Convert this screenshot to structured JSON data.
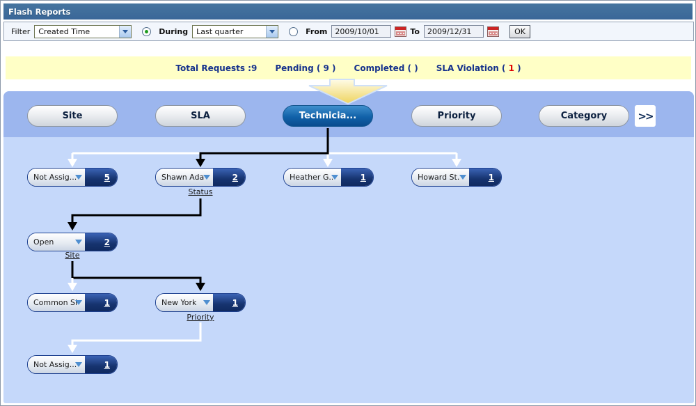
{
  "window": {
    "title": "Flash Reports"
  },
  "filter_bar": {
    "filter_label": "Filter",
    "filter_select_value": "Created Time",
    "during_radio_selected": true,
    "during_label": "During",
    "during_select_value": "Last quarter",
    "range_radio_selected": false,
    "from_label": "From",
    "from_value": "2009/10/01",
    "to_label": "To",
    "to_value": "2009/12/31",
    "ok_label": "OK",
    "calendar_icon": "calendar"
  },
  "summary": {
    "total_label": "Total Requests :9",
    "pending_label": "Pending ( 9 )",
    "completed_label": "Completed ( )",
    "sla_prefix": "SLA Violation (",
    "sla_value": "1",
    "sla_suffix": ")"
  },
  "tabs": [
    {
      "label": "Site",
      "active": false
    },
    {
      "label": "SLA",
      "active": false
    },
    {
      "label": "Technicia...",
      "active": true
    },
    {
      "label": "Priority",
      "active": false
    },
    {
      "label": "Category",
      "active": false
    }
  ],
  "more_tabs_label": ">>",
  "tree": {
    "nodes": [
      {
        "label": "Not Assig...",
        "count": "5"
      },
      {
        "label": "Shawn Ada...",
        "count": "2"
      },
      {
        "label": "Heather G..",
        "count": "1"
      },
      {
        "label": "Howard St.",
        "count": "1"
      },
      {
        "label": "Open",
        "count": "2"
      },
      {
        "label": "Common Si.",
        "count": "1"
      },
      {
        "label": "New York",
        "count": "1"
      },
      {
        "label": "Not Assig...",
        "count": "1"
      }
    ],
    "drilldowns": [
      {
        "text": "Status"
      },
      {
        "text": "Site"
      },
      {
        "text": "Priority"
      }
    ]
  },
  "colors": {
    "title_bar": "#3a6698",
    "summary_bg": "#ffffc6",
    "summary_text": "#16328c",
    "sla_value_red": "#e00000",
    "band_blue": "#9cb6ee",
    "panel_blue": "#c5d8fa",
    "active_tab_blue": "#1161a8",
    "node_dark_blue": "#16336f",
    "pointer_arrow_yellow": "#eed45f"
  }
}
